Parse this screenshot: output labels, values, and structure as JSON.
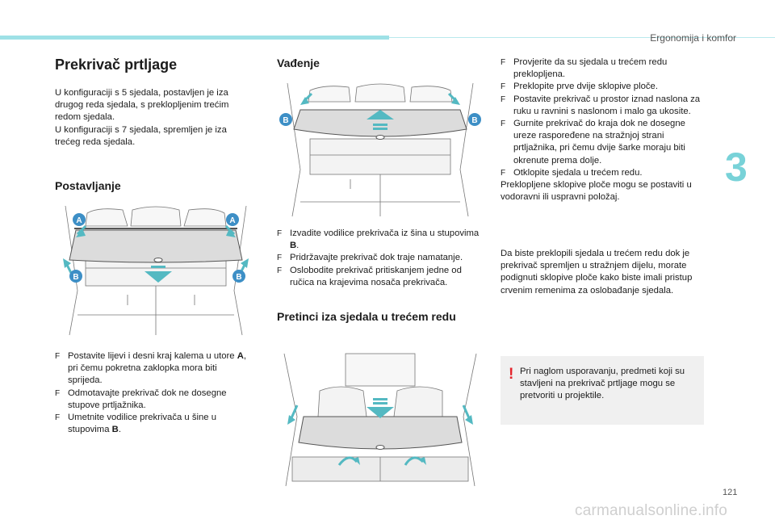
{
  "header": "Ergonomija i komfor",
  "chapter_number": "3",
  "page_number": "121",
  "watermark": "carmanualsonline.info",
  "section1": {
    "title": "Prekrivač prtljage",
    "intro1": "U konfiguraciji s 5 sjedala, postavljen je iza drugog reda sjedala, s preklopljenim trećim redom sjedala.",
    "intro2": "U konfiguraciji s 7 sjedala, spremljen je iza trećeg reda sjedala."
  },
  "install": {
    "title": "Postavljanje",
    "bullet_symbol": "F",
    "steps": [
      {
        "pre": "Postavite lijevi i desni kraj kalema u utore ",
        "bold": "A",
        "post": ", pri čemu pokretna zaklopka mora biti sprijeda."
      },
      {
        "pre": "Odmotavajte prekrivač dok ne dosegne stupove prtljažnika.",
        "bold": "",
        "post": ""
      },
      {
        "pre": "Umetnite vodilice prekrivača u šine u stupovima ",
        "bold": "B",
        "post": "."
      }
    ]
  },
  "removal": {
    "title": "Vađenje",
    "steps": [
      {
        "pre": "Izvadite vodilice prekrivača iz šina u stupovima ",
        "bold": "B",
        "post": "."
      },
      {
        "pre": "Pridržavajte prekrivač dok traje namatanje.",
        "bold": "",
        "post": ""
      },
      {
        "pre": "Oslobodite prekrivač pritiskanjem jedne od ručica na krajevima nosača prekrivača.",
        "bold": "",
        "post": ""
      }
    ]
  },
  "storage": {
    "title": "Pretinci iza sjedala u trećem redu"
  },
  "right_col": {
    "steps": [
      "Provjerite da su sjedala u trećem redu preklopljena.",
      "Preklopite prve dvije sklopive ploče.",
      "Postavite prekrivač u prostor iznad naslona za ruku u ravnini s naslonom i malo ga ukosite.",
      "Gurnite prekrivač do kraja dok ne dosegne ureze raspoređene na stražnjoj strani prtljažnika, pri čemu dvije šarke moraju biti okrenute prema dolje.",
      "Otklopite sjedala u trećem redu."
    ],
    "after_steps": "Preklopljene sklopive ploče mogu se postaviti u vodoravni ili uspravni položaj.",
    "para2": "Da biste preklopili sjedala u trećem redu dok je prekrivač spremljen u stražnjem dijelu, morate podignuti sklopive ploče kako biste imali pristup crvenim remenima za oslobađanje sjedala."
  },
  "warning": {
    "mark": "!",
    "text": "Pri naglom usporavanju, predmeti koji su stavljeni na prekrivač prtljage mogu se pretvoriti u projektile."
  },
  "illustrations": {
    "install_labels": {
      "a_left": "A",
      "a_right": "A",
      "b_left": "B",
      "b_right": "B"
    },
    "removal_labels": {
      "b_left": "B",
      "b_right": "B"
    }
  },
  "colors": {
    "accent": "#9ee1e6",
    "chapter": "#78d2d8",
    "label_blue": "#3d8fc6",
    "arrow": "#54b9c2",
    "warning_red": "#e4232b",
    "cover_grey": "#dcdcdc"
  }
}
